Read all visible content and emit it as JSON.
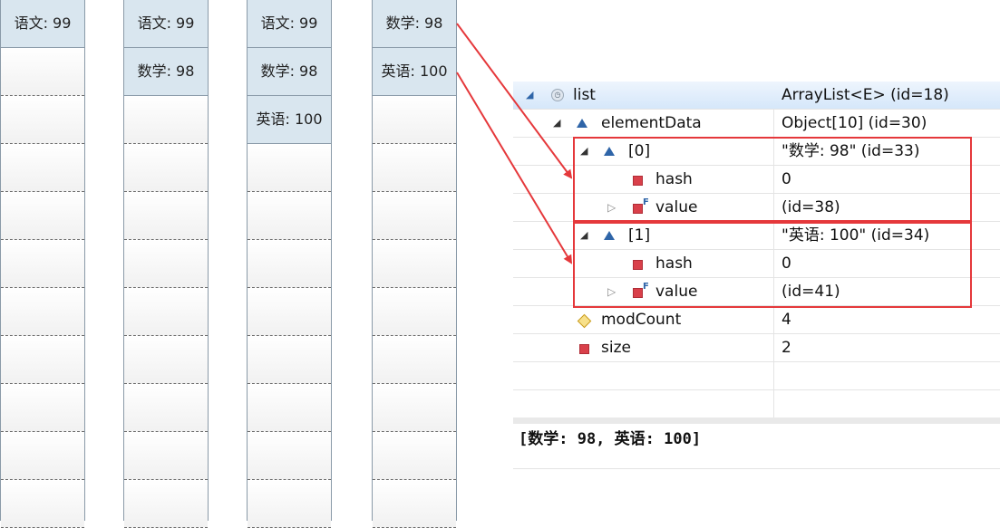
{
  "arrays": [
    {
      "cells": [
        "语文: 99"
      ]
    },
    {
      "cells": [
        "语文: 99",
        "数学: 98"
      ]
    },
    {
      "cells": [
        "语文: 99",
        "数学: 98",
        "英语: 100"
      ]
    },
    {
      "cells": [
        "数学: 98",
        "英语: 100"
      ]
    }
  ],
  "debugger": {
    "rows": [
      {
        "name": "list",
        "value": "ArrayList<E>  (id=18)"
      },
      {
        "name": "elementData",
        "value": "Object[10]  (id=30)"
      },
      {
        "name": "[0]",
        "value": "\"数学: 98\" (id=33)"
      },
      {
        "name": "hash",
        "value": "0"
      },
      {
        "name": "value",
        "value": "(id=38)"
      },
      {
        "name": "[1]",
        "value": "\"英语: 100\" (id=34)"
      },
      {
        "name": "hash",
        "value": "0"
      },
      {
        "name": "value",
        "value": "(id=41)"
      },
      {
        "name": "modCount",
        "value": "4"
      },
      {
        "name": "size",
        "value": "2"
      }
    ],
    "console_output": "[数学: 98, 英语: 100]"
  },
  "colors": {
    "arrow": "#e5383b",
    "filled_cell": "#d9e6ef"
  }
}
